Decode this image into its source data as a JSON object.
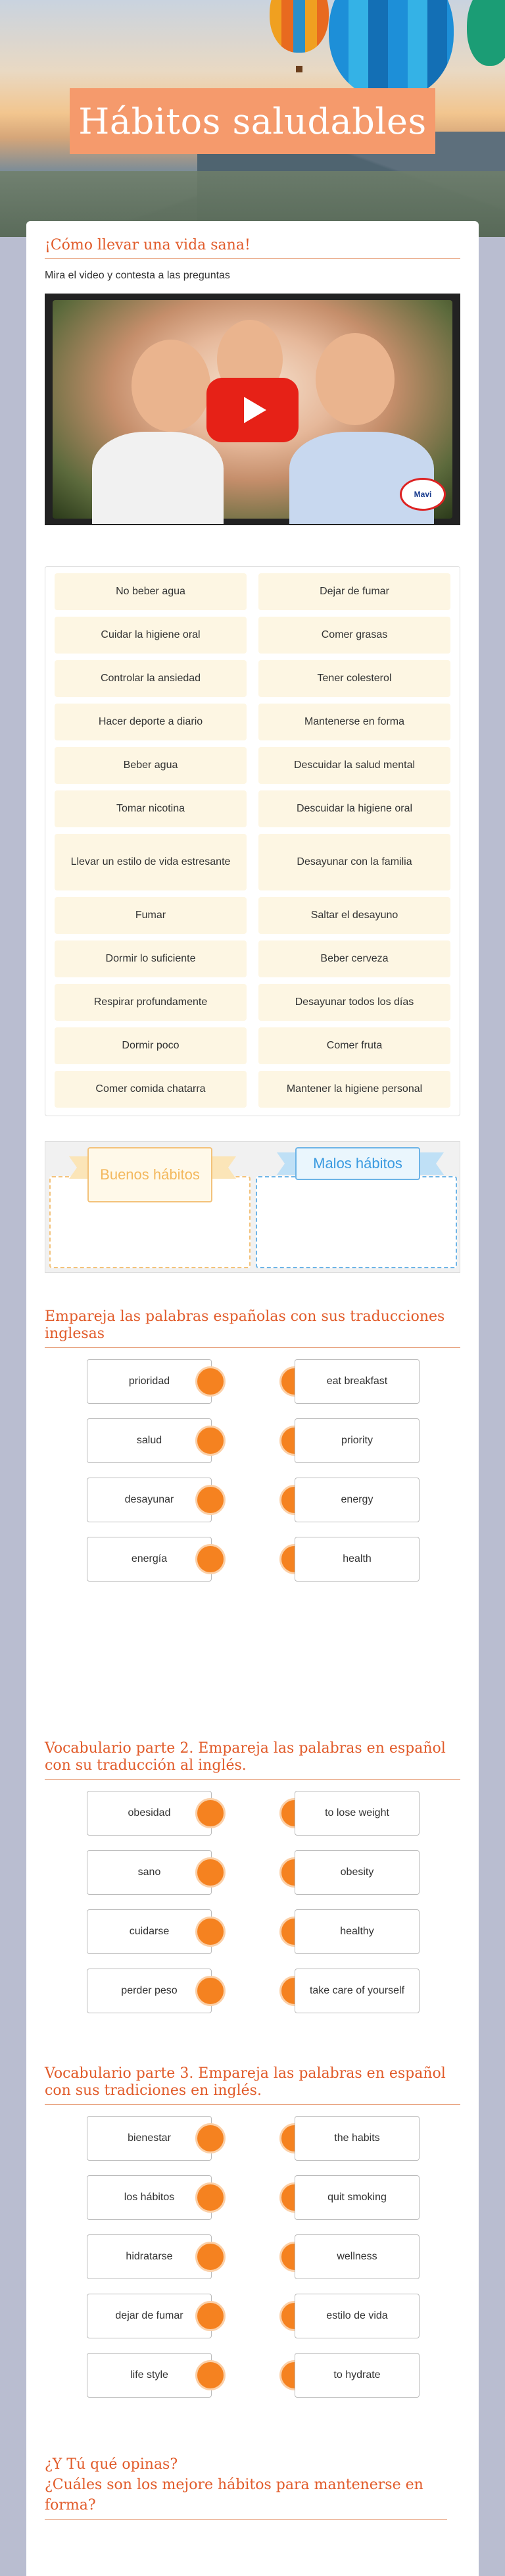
{
  "page": {
    "title": "Hábitos saludables"
  },
  "intro": {
    "heading": "¡Cómo llevar una vida sana!",
    "instruction": "Mira el video y contesta a las preguntas",
    "video_logo": "Mavi"
  },
  "habits": [
    [
      "No beber agua",
      "Dejar de fumar"
    ],
    [
      "Cuidar la higiene oral",
      "Comer grasas"
    ],
    [
      "Controlar la ansiedad",
      "Tener colesterol"
    ],
    [
      "Hacer deporte a diario",
      "Mantenerse en forma"
    ],
    [
      "Beber agua",
      "Descuidar la salud mental"
    ],
    [
      "Tomar nicotina",
      "Descuidar la higiene oral"
    ],
    [
      "Llevar un estilo de vida estresante",
      "Desayunar con la familia"
    ],
    [
      "Fumar",
      "Saltar el desayuno"
    ],
    [
      "Dormir lo suficiente",
      "Beber cerveza"
    ],
    [
      "Respirar profundamente",
      "Desayunar todos los días"
    ],
    [
      "Dormir poco",
      "Comer fruta"
    ],
    [
      "Comer comida chatarra",
      "Mantener la higiene personal"
    ]
  ],
  "sort": {
    "good_label": "Buenos hábitos",
    "bad_label": "Malos hábitos"
  },
  "match1": {
    "heading": "Empareja las palabras españolas con sus traducciones inglesas",
    "left": [
      "prioridad",
      "salud",
      "desayunar",
      "energía"
    ],
    "right": [
      "eat breakfast",
      "priority",
      "energy",
      "health"
    ]
  },
  "match2": {
    "heading": "Vocabulario parte 2.  Empareja las palabras en español con su traducción al inglés.",
    "left": [
      "obesidad",
      "sano",
      "cuidarse",
      "perder peso"
    ],
    "right": [
      "to lose weight",
      "obesity",
      "healthy",
      "take care of yourself"
    ]
  },
  "match3": {
    "heading": "Vocabulario parte 3. Empareja las palabras en español con sus tradiciones en inglés.",
    "left": [
      "bienestar",
      "los hábitos",
      "hidratarse",
      "dejar de fumar",
      "life style"
    ],
    "right": [
      "the habits",
      "quit smoking",
      "wellness",
      "estilo de vida",
      "to hydrate"
    ]
  },
  "closing": {
    "line1": "¿Y Tú qué opinas?",
    "line2": "¿Cuáles son los mejore hábitos para mantenerse en forma?"
  },
  "colors": {
    "accent": "#e15b2a",
    "dot": "#f58220",
    "title_bg": "#f59a6c"
  }
}
